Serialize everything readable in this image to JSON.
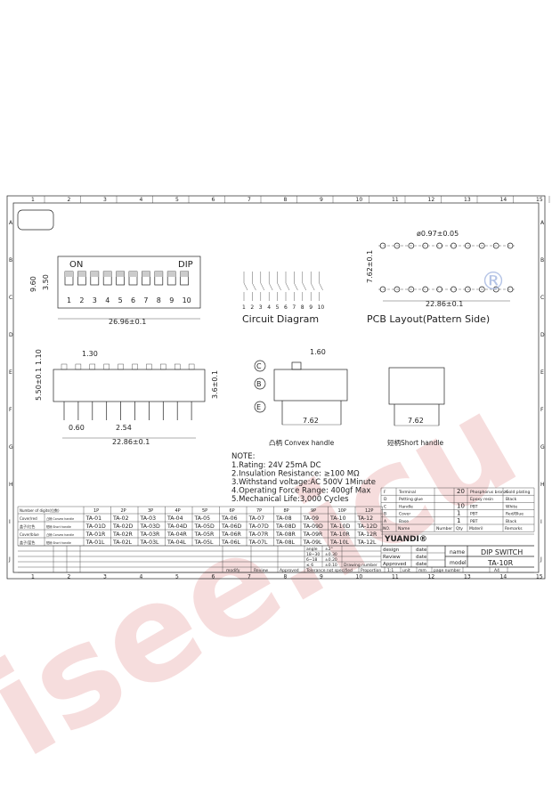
{
  "grid": {
    "cols": [
      "1",
      "2",
      "3",
      "4",
      "5",
      "6",
      "7",
      "8",
      "9",
      "10",
      "11",
      "12",
      "13",
      "14",
      "15"
    ],
    "rows": [
      "A",
      "B",
      "C",
      "D",
      "E",
      "F",
      "G",
      "H",
      "I",
      "J"
    ]
  },
  "top_view": {
    "on": "ON",
    "dip": "DIP",
    "numbers": [
      "1",
      "2",
      "3",
      "4",
      "5",
      "6",
      "7",
      "8",
      "9",
      "10"
    ],
    "dim_height": "9.60",
    "dim_switch": "3.50",
    "dim_width": "26.96±0.1"
  },
  "circuit": {
    "numbers": [
      "1",
      "2",
      "3",
      "4",
      "5",
      "6",
      "7",
      "8",
      "9",
      "10"
    ],
    "label": "Circuit Diagram"
  },
  "pcb": {
    "hole": "ø0.97±0.05",
    "pitch_y": "7.62±0.1",
    "width": "22.86±0.1",
    "label": "PCB Layout(Pattern Side)",
    "mark": "®"
  },
  "side_view": {
    "d1": "1.10",
    "d2": "5.50±0.1",
    "d3": "1.30",
    "d4": "0.60",
    "d5": "2.54",
    "d6": "22.86±0.1",
    "d7": "3.6±0.1"
  },
  "convex": {
    "c": "C",
    "b": "B",
    "e": "E",
    "dim_top": "1.60",
    "dim_pitch": "7.62",
    "label": "凸柄 Convex handle"
  },
  "short": {
    "dim_pitch": "7.62",
    "label": "短柄Short handle"
  },
  "notes": {
    "title": "NOTE:",
    "items": [
      "1.Rating: 24V 25mA DC",
      "2.Insulation Resistance: ≥100 MΩ",
      "3.Withstand voltage:AC 500V 1Minute",
      "4.Operating Force Range: 400gf Max",
      "5.Mechanical Life:3,000 Cycles"
    ]
  },
  "model_table": {
    "header": "Number of digits(位数)",
    "columns": [
      "1P",
      "2P",
      "3P",
      "4P",
      "5P",
      "6P",
      "7P",
      "8P",
      "9P",
      "10P",
      "12P"
    ],
    "rows": [
      {
        "group": "Cover/red",
        "sub": "凸柄 Convex handle",
        "cells": [
          "TA-01",
          "TA-02",
          "TA-03",
          "TA-04",
          "TA-05",
          "TA-06",
          "TA-07",
          "TA-08",
          "TA-09",
          "TA-10",
          "TA-12"
        ]
      },
      {
        "group": "盖子/红色",
        "sub": "短柄 Short handle",
        "cells": [
          "TA-01D",
          "TA-02D",
          "TA-03D",
          "TA-04D",
          "TA-05D",
          "TA-06D",
          "TA-07D",
          "TA-08D",
          "TA-09D",
          "TA-10D",
          "TA-12D"
        ]
      },
      {
        "group": "Cover/blue",
        "sub": "凸柄 Convex handle",
        "cells": [
          "TA-01R",
          "TA-02R",
          "TA-03R",
          "TA-04R",
          "TA-05R",
          "TA-06R",
          "TA-07R",
          "TA-08R",
          "TA-09R",
          "TA-10R",
          "TA-12R"
        ]
      },
      {
        "group": "盖子/蓝色",
        "sub": "短柄 Short handle",
        "cells": [
          "TA-01L",
          "TA-02L",
          "TA-03L",
          "TA-04L",
          "TA-05L",
          "TA-06L",
          "TA-07L",
          "TA-08L",
          "TA-09L",
          "TA-10L",
          "TA-12L"
        ]
      }
    ]
  },
  "tolerance": {
    "angle": "angle",
    "angle_val": "±2°",
    "r1": "18~30",
    "r1v": "±0.30",
    "r2": "6~18",
    "r2v": "±0.20",
    "r3": "≤ 6",
    "r3v": "±0.10",
    "drawing_number": "Drawing number",
    "modify": "modify",
    "review": "Review",
    "approved": "Approved",
    "tol": "Tolerance not specified",
    "proportion": "Proportion",
    "scale": "1:1",
    "unit": "unit",
    "unit_val": "mm",
    "page_number": "page number",
    "size": "A4"
  },
  "parts": {
    "rows": [
      {
        "no": "F",
        "name": "Terminal",
        "number": "",
        "qty": "20",
        "material": "Phosphorus bronze",
        "remarks": "Gold plating"
      },
      {
        "no": "D",
        "name": "Potting glue",
        "number": "",
        "qty": "",
        "material": "Epoxy resin",
        "remarks": "Black"
      },
      {
        "no": "C",
        "name": "Handle",
        "number": "",
        "qty": "10",
        "material": "PBT",
        "remarks": "White"
      },
      {
        "no": "B",
        "name": "Cover",
        "number": "",
        "qty": "1",
        "material": "PBT",
        "remarks": "Red/Blue"
      },
      {
        "no": "A",
        "name": "Base",
        "number": "",
        "qty": "1",
        "material": "PBT",
        "remarks": "Black"
      }
    ],
    "header": {
      "no": "NO.",
      "name": "Name",
      "number": "Number",
      "qty": "Qty",
      "material": "Materil",
      "remarks": "Remarks"
    }
  },
  "title_block": {
    "logo": "YUANDI®",
    "design": "design",
    "review": "Review",
    "approved": "Approved",
    "date": "date",
    "name_label": "name",
    "name": "DIP SWITCH",
    "model_label": "model",
    "model": "TA-10R"
  },
  "watermark": "isee.icu"
}
